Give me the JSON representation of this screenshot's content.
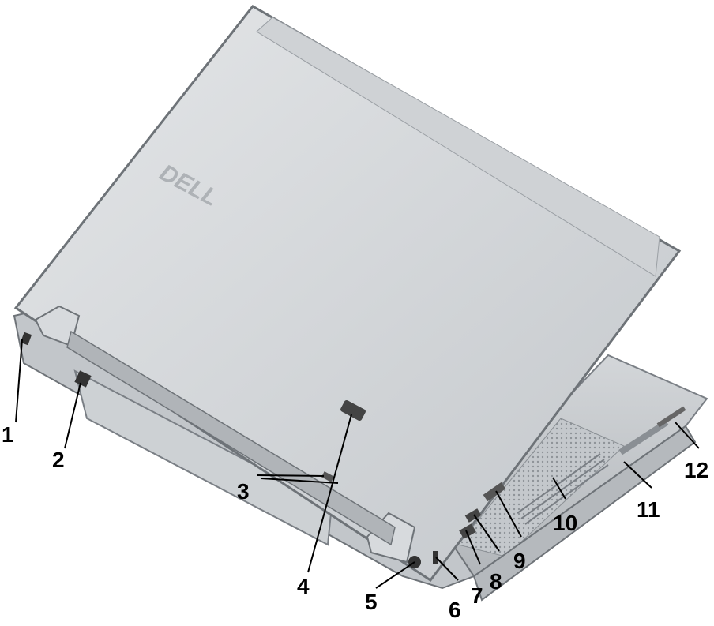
{
  "figure": {
    "brand_logo": "DELL",
    "callouts": [
      "1",
      "2",
      "3",
      "4",
      "5",
      "6",
      "7",
      "8",
      "9",
      "10",
      "11",
      "12"
    ]
  },
  "colors": {
    "lid_light": "#d9dcdf",
    "lid_dark": "#b9bdc1",
    "body": "#c8ccd0",
    "outline": "#7a7f85",
    "vent": "#9aa0a6"
  },
  "icons": [
    "modem-icon",
    "network-icon",
    "battery-status-icon",
    "vga-icon",
    "power-icon",
    "usb-icon",
    "esata-icon",
    "security-lock-icon",
    "expresscard-icon",
    "smartcard-icon"
  ]
}
